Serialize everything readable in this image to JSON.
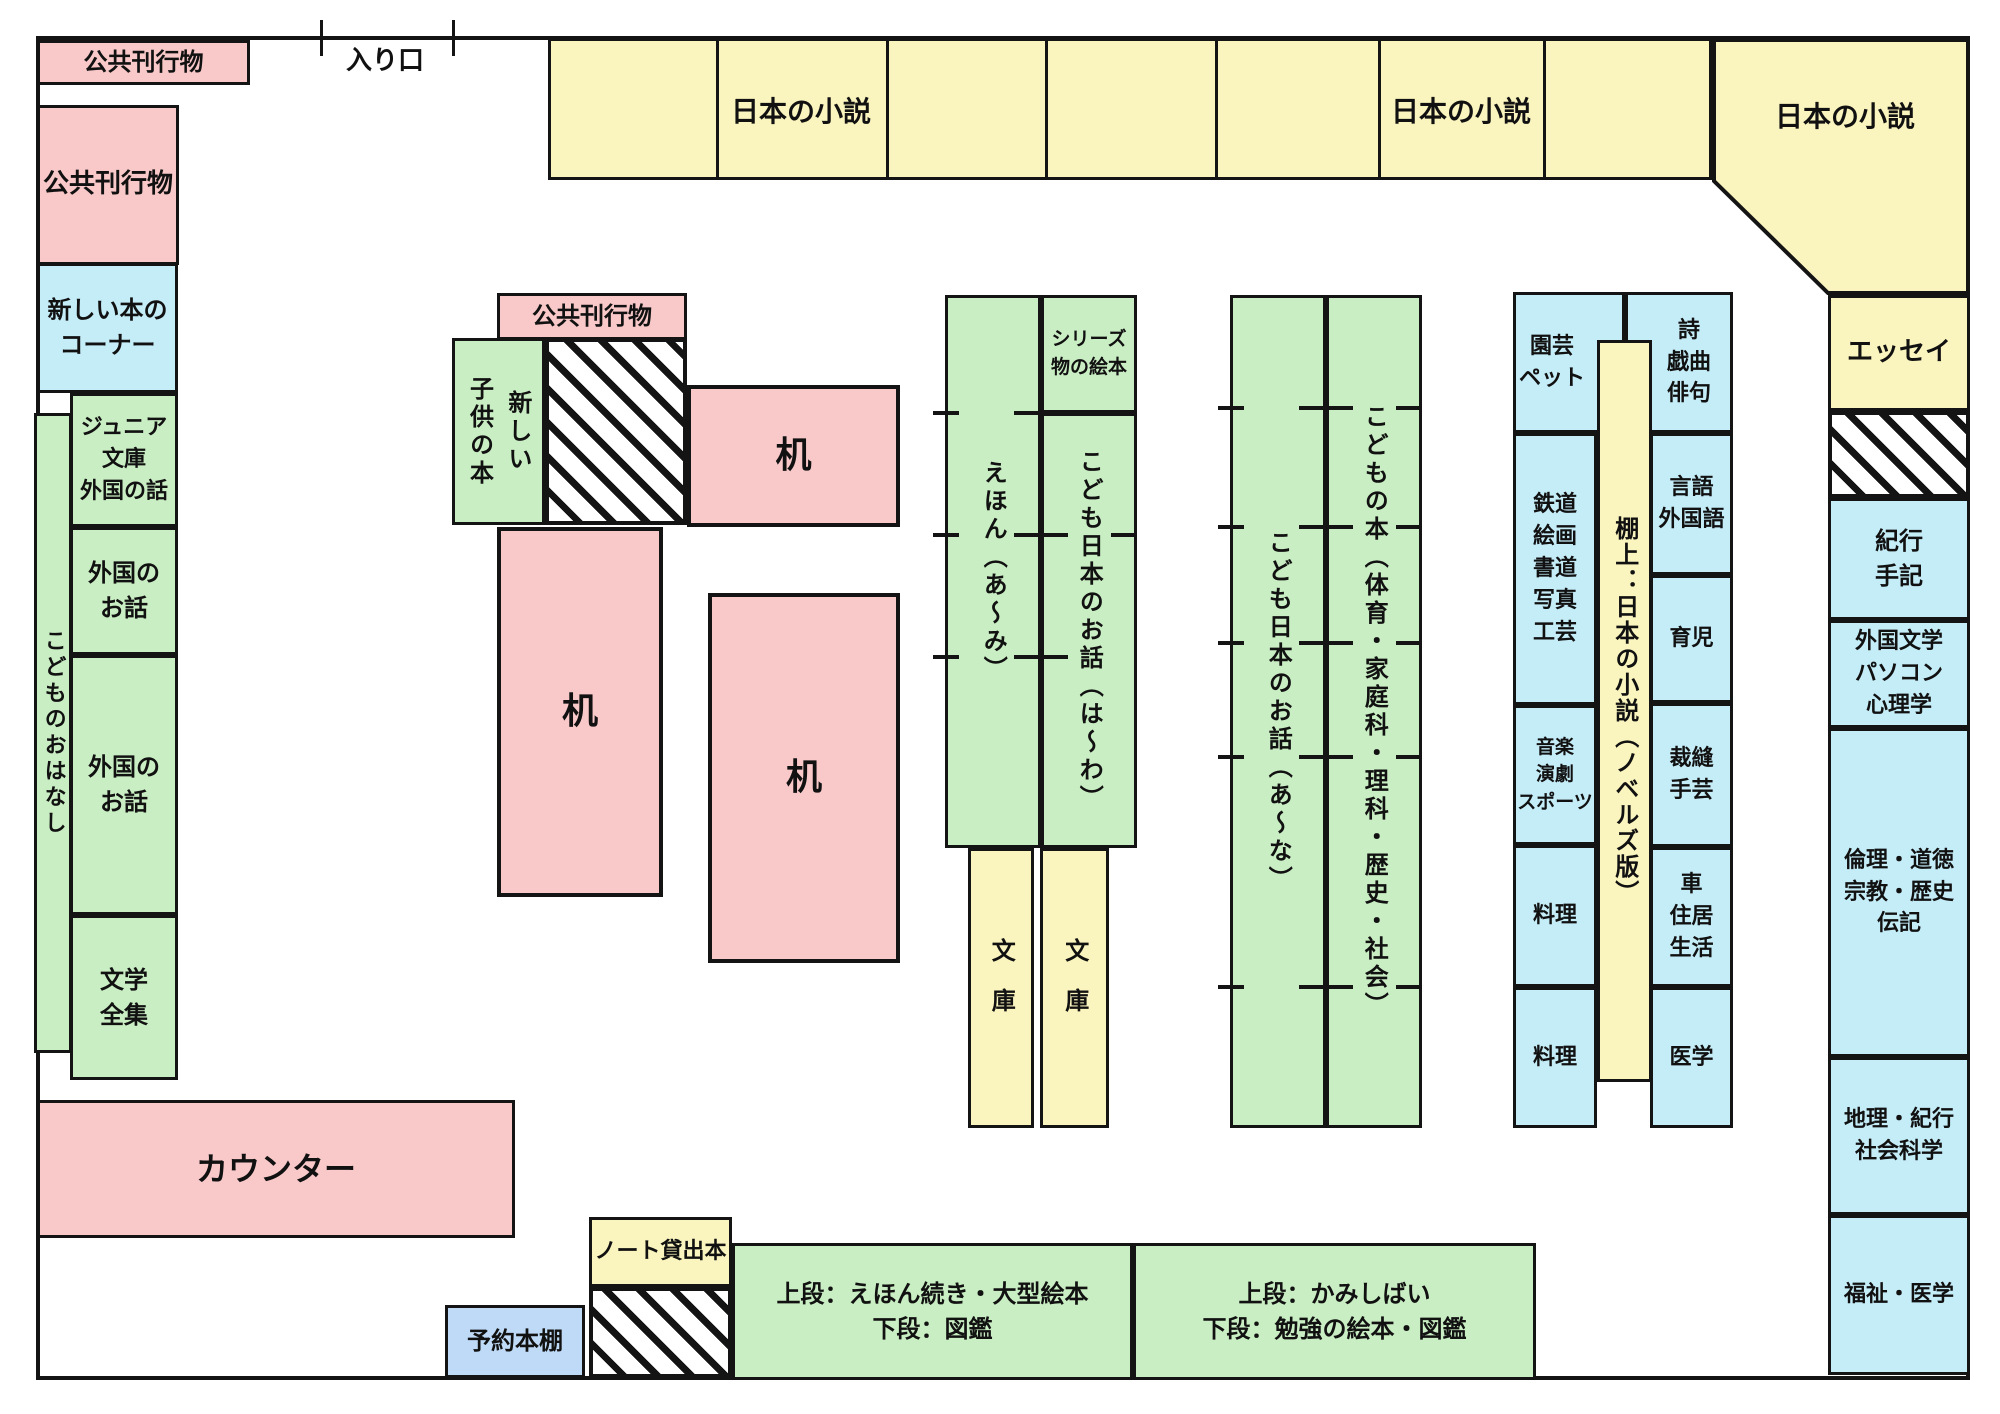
{
  "entrance": {
    "label": "入り口"
  },
  "colors": {
    "wall": "#141414",
    "pink": "#f9c9c9",
    "yellow": "#faf4be",
    "green": "#c9eec3",
    "cyan": "#c5edf8",
    "reserved_blue": "#bedaf7"
  },
  "areas": {
    "public_publications_top": "公共刊行物",
    "public_publications_left": "公共刊行物",
    "new_books_corner": "新しい本の\nコーナー",
    "kodomo_no_ohanashi": "こどものおはなし",
    "junior_bunko": "ジュニア\n文庫\n外国の話",
    "gaikoku_no_ohanashi_1": "外国の\nお話",
    "gaikoku_no_ohanashi_2": "外国の\nお話",
    "bungaku_zenshu": "文学\n全集",
    "counter": "カウンター",
    "nihon_shosetsu_1": "日本の小説",
    "nihon_shosetsu_2": "日本の小説",
    "nihon_shosetsu_corner": "日本の小説",
    "essay": "エッセイ",
    "kikou_shuki": "紀行\n手記",
    "gaikoku_bungaku": "外国文学\nパソコン\n心理学",
    "rinri": "倫理・道徳\n宗教・歴史\n伝記",
    "chiri": "地理・紀行\n社会科学",
    "fukushi_igaku": "福祉・医学",
    "public_publications_mid": "公共刊行物",
    "new_children_books": "新しい\n子供の本",
    "desk_1": "机",
    "desk_2": "机",
    "desk_3": "机",
    "ehon": "えほん（あ～み）",
    "series_ehon": "シリーズ\n物の絵本",
    "kodomo_ohanashi_ha_wa": "こども日本のお話（は～わ）",
    "bunko_1": "文庫",
    "bunko_2": "文庫",
    "kodomo_ohanashi_a_na": "こども日本のお話（あ～な）",
    "kodomo_no_hon": "こどもの本（体育・家庭科・理科・歴史・社会）",
    "engei_pet": "園芸\nペット",
    "shi_gikyoku_haiku": "詩\n戯曲\n俳句",
    "tetsudo": "鉄道\n絵画\n書道\n写真\n工芸",
    "gengo_gaikokugo": "言語\n外国語",
    "ikuji": "育児",
    "ongaku": "音楽\n演劇\nスポーツ",
    "saiho_shugei": "裁縫\n手芸",
    "kuruma": "車\n住居\n生活",
    "ryori_1": "料理",
    "ryori_2": "料理",
    "igaku": "医学",
    "tanaue_strip": "棚上：日本の小説（ノベルズ版）",
    "yoyaku_hondana": "予約本棚",
    "note_kashidashi": "ノート貸出本",
    "bottom_shelf_1": "上段：えほん続き・大型絵本\n下段：図鑑",
    "bottom_shelf_2": "上段：かみしばい\n下段：勉強の絵本・図鑑"
  }
}
